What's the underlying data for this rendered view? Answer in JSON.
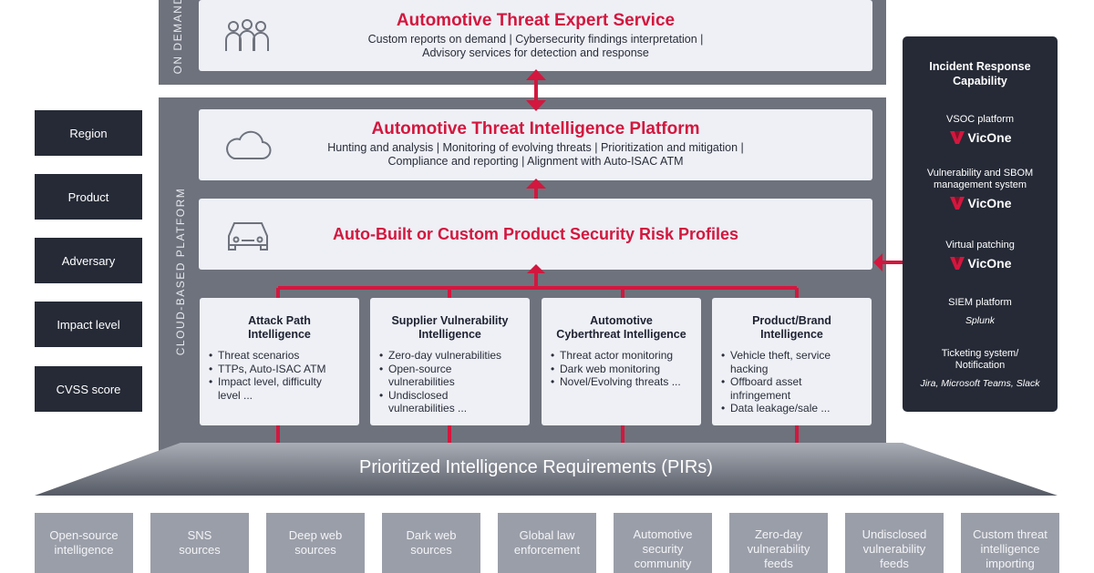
{
  "on_demand_label": "ON DEMAND",
  "cloud_label": "CLOUD-BASED PLATFORM",
  "expert_service": {
    "title": "Automotive Threat Expert Service",
    "line1": "Custom reports on demand | Cybersecurity findings interpretation |",
    "line2": "Advisory services for detection and response"
  },
  "platform": {
    "title": "Automotive Threat Intelligence Platform",
    "line1": "Hunting and analysis | Monitoring of evolving threats | Prioritization and mitigation |",
    "line2": "Compliance and reporting | Alignment with Auto-ISAC ATM"
  },
  "risk_profiles": {
    "title": "Auto-Built or Custom Product Security Risk Profiles"
  },
  "left_items": [
    "Region",
    "Product",
    "Adversary",
    "Impact level",
    "CVSS score"
  ],
  "intel_cards": [
    {
      "title1": "Attack Path",
      "title2": "Intelligence",
      "bullets": [
        [
          "Threat scenarios"
        ],
        [
          "TTPs, Auto-ISAC ATM"
        ],
        [
          "Impact level, difficulty",
          "level ..."
        ]
      ]
    },
    {
      "title1": "Supplier Vulnerability",
      "title2": "Intelligence",
      "bullets": [
        [
          "Zero-day vulnerabilities"
        ],
        [
          "Open-source",
          "vulnerabilities"
        ],
        [
          "Undisclosed",
          "vulnerabilities ..."
        ]
      ]
    },
    {
      "title1": "Automotive",
      "title2": "Cyberthreat Intelligence",
      "bullets": [
        [
          "Threat actor monitoring"
        ],
        [
          "Dark web monitoring"
        ],
        [
          "Novel/Evolving threats ..."
        ]
      ]
    },
    {
      "title1": "Product/Brand",
      "title2": "Intelligence",
      "bullets": [
        [
          "Vehicle theft, service",
          "hacking"
        ],
        [
          "Offboard asset",
          "infringement"
        ],
        [
          "Data leakage/sale ..."
        ]
      ]
    }
  ],
  "pirs": {
    "label": "Prioritized Intelligence Requirements (PIRs)"
  },
  "sources": [
    [
      "Open-source",
      "intelligence"
    ],
    [
      "SNS",
      "sources"
    ],
    [
      "Deep web",
      "sources"
    ],
    [
      "Dark web",
      "sources"
    ],
    [
      "Global law",
      "enforcement"
    ],
    [
      "Automotive",
      "security",
      "community"
    ],
    [
      "Zero-day",
      "vulnerability",
      "feeds"
    ],
    [
      "Undisclosed",
      "vulnerability",
      "feeds"
    ],
    [
      "Custom threat",
      "intelligence",
      "importing"
    ]
  ],
  "response_panel": {
    "title1": "Incident Response",
    "title2": "Capability",
    "items": [
      {
        "label1": "VSOC platform",
        "label2": "",
        "brand": "VicOne"
      },
      {
        "label1": "Vulnerability and SBOM",
        "label2": "management system",
        "brand": "VicOne"
      },
      {
        "label1": "Virtual patching",
        "label2": "",
        "brand": "VicOne"
      },
      {
        "label1": "SIEM platform",
        "label2": "",
        "sub": "Splunk"
      },
      {
        "label1": "Ticketing system/",
        "label2": "Notification",
        "sub": "Jira, Microsoft Teams, Slack"
      }
    ]
  },
  "colors": {
    "accent": "#d3173e",
    "panel": "#6e727c",
    "dark": "#252a36",
    "card": "#eef0f6",
    "source": "#9a9ea8"
  },
  "icons": {
    "expert": "people-icon",
    "platform": "cloud-icon",
    "profiles": "car-icon",
    "brand": "vicone-logo-icon"
  }
}
